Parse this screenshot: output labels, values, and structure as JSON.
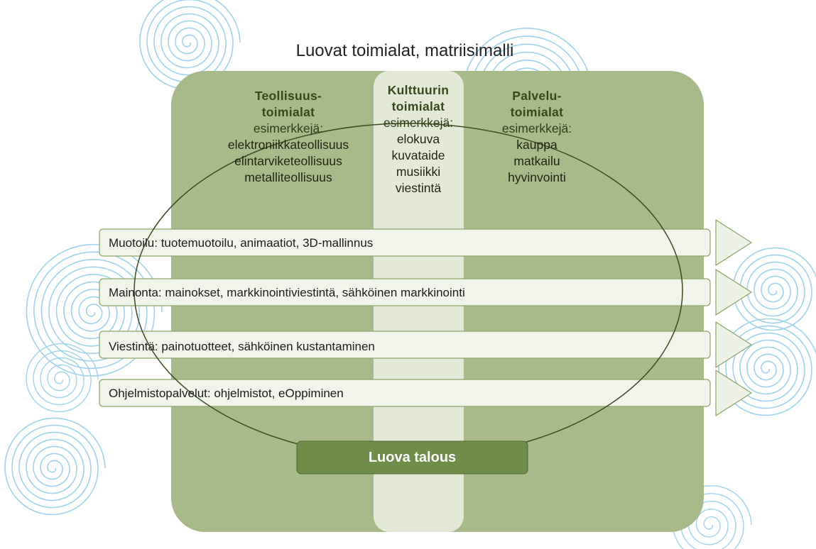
{
  "title": "Luovat toimialat, matriisimalli",
  "columns": [
    {
      "heading": [
        "Teollisuus-",
        "toimialat"
      ],
      "subheading": "esimerkkejä:",
      "examples": [
        "elektroniikkateollisuus",
        "elintarviketeollisuus",
        "metalliteollisuus"
      ]
    },
    {
      "heading": [
        "Kulttuurin",
        "toimialat"
      ],
      "subheading": "esimerkkejä:",
      "examples": [
        "elokuva",
        "kuvataide",
        "musiikki",
        "viestintä"
      ]
    },
    {
      "heading": [
        "Palvelu-",
        "toimialat"
      ],
      "subheading": "esimerkkejä:",
      "examples": [
        "kauppa",
        "matkailu",
        "hyvinvointi"
      ]
    }
  ],
  "bars": [
    "Muotoilu: tuotemuotoilu, animaatiot, 3D-mallinnus",
    "Mainonta: mainokset, markkinointiviestintä, sähköinen markkinointi",
    "Viestintä: painotuotteet, sähköinen kustantaminen",
    "Ohjelmistopalvelut: ohjelmistot, eOppiminen"
  ],
  "center_label": "Luova talous",
  "colors": {
    "panel": "#a8b98a",
    "culture_column": "#e3e9d6",
    "bar_fill": "#f1f4ea",
    "bar_stroke": "#8da56a",
    "button": "#6f8c48",
    "ellipse": "#3d4a22",
    "spiral": "#9fd3ec"
  }
}
